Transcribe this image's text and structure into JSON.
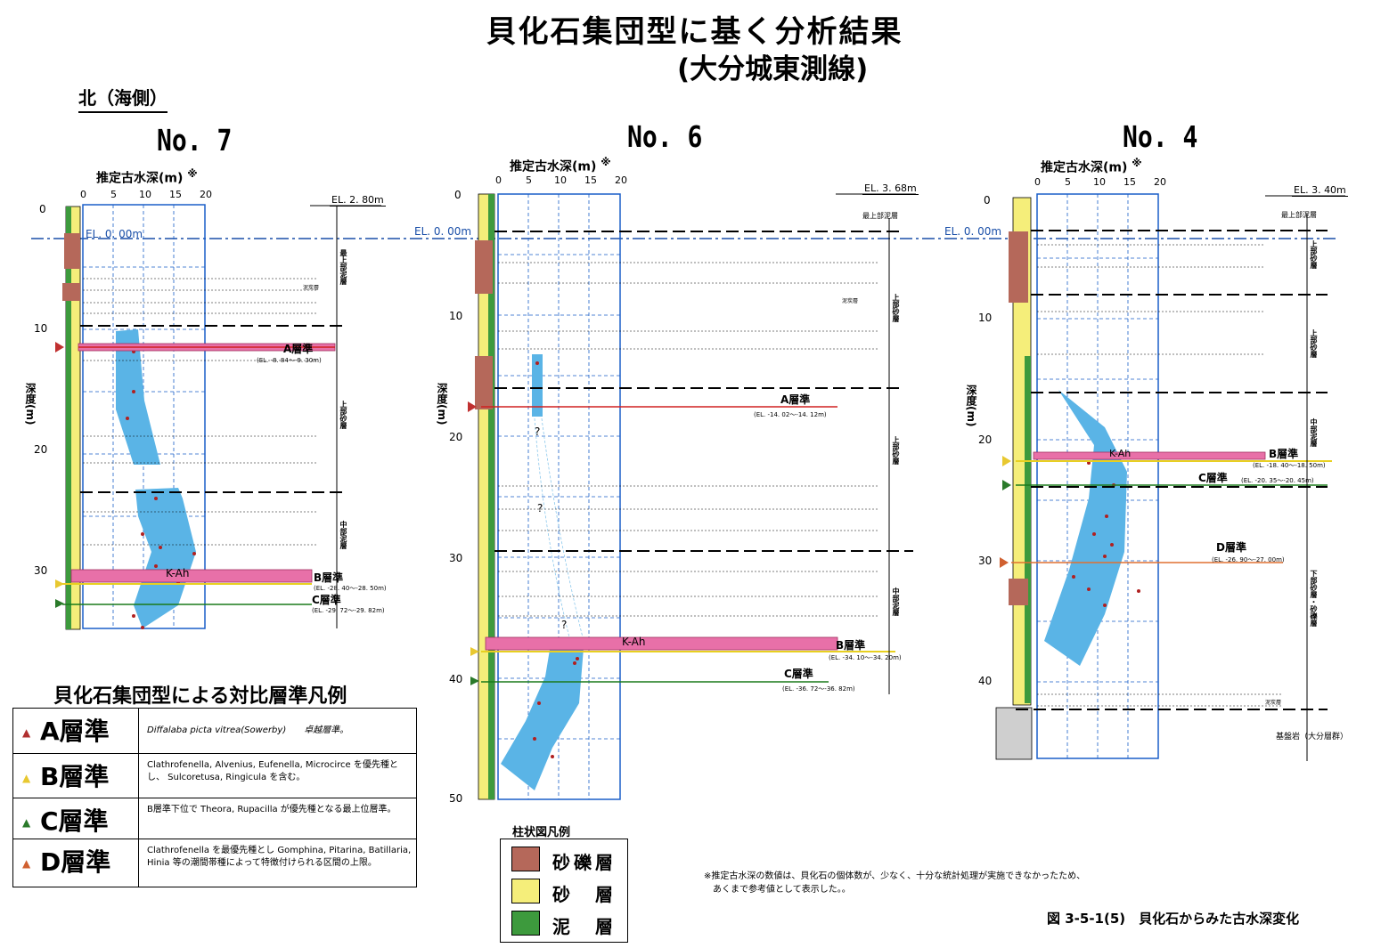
{
  "title": "貝化石集団型に基く分析結果",
  "subtitle": "(大分城東測線)",
  "direction": "北（海側）",
  "axis_title": "推定古水深(m)",
  "axis_mark": "※",
  "depth_label": "深度(m)",
  "el_zero": "EL. 0. 00m",
  "columns": [
    {
      "name": "No. 7",
      "el": "EL. 2. 80m",
      "x_ticks": [
        "0",
        "5",
        "10",
        "15",
        "20"
      ],
      "depth_ticks": [
        "0",
        "10",
        "20",
        "30"
      ],
      "layers": [
        "最上部泥層",
        "上部砂層",
        "中部泥層"
      ],
      "horizons": [
        {
          "label": "A層準",
          "range": "(EL. -8. 84～-9. 30m)"
        },
        {
          "label": "B層準",
          "range": "(EL. -28. 40～-28. 50m)"
        },
        {
          "label": "C層準",
          "range": "(EL. -29. 72～-29. 82m)"
        }
      ],
      "k_ah": "K-Ah",
      "note": "泥炭層"
    },
    {
      "name": "No. 6",
      "el": "EL. 3. 68m",
      "x_ticks": [
        "0",
        "5",
        "10",
        "15",
        "20"
      ],
      "depth_ticks": [
        "0",
        "10",
        "20",
        "30",
        "40",
        "50"
      ],
      "layers": [
        "最上部泥層",
        "上部砂層",
        "上部砂層",
        "中部泥層"
      ],
      "horizons": [
        {
          "label": "A層準",
          "range": "(EL. -14. 02～-14. 12m)"
        },
        {
          "label": "B層準",
          "range": "(EL. -34. 10～-34. 20m)"
        },
        {
          "label": "C層準",
          "range": "(EL. -36. 72～-36. 82m)"
        }
      ],
      "k_ah": "K-Ah",
      "q": "?",
      "note": "泥炭層"
    },
    {
      "name": "No. 4",
      "el": "EL. 3. 40m",
      "x_ticks": [
        "0",
        "5",
        "10",
        "15",
        "20"
      ],
      "depth_ticks": [
        "0",
        "10",
        "20",
        "30",
        "40"
      ],
      "layers": [
        "最上部泥層",
        "上部砂層",
        "上部砂層",
        "中部泥層",
        "下部砂層・砂礫層"
      ],
      "horizons": [
        {
          "label": "B層準",
          "range": "(EL. -18. 40～-18. 50m)"
        },
        {
          "label": "C層準",
          "range": "(EL. -20. 35～-20. 45m)"
        },
        {
          "label": "D層準",
          "range": "(EL. -26. 90～-27. 00m)"
        }
      ],
      "k_ah": "K-Ah",
      "basement": "基盤岩（大分層群）",
      "note": "泥炭層"
    }
  ],
  "legend": {
    "title": "貝化石集団型による対比層準凡例",
    "rows": [
      {
        "label": "A層準",
        "color": "#b03030",
        "text": "Diffalaba picta vitrea(Sowerby)　　卓越層準。"
      },
      {
        "label": "B層準",
        "color": "#e8c830",
        "text": "Clathrofenella, Alvenius, Eufenella, Microcirce を優先種とし、 Sulcoretusa, Ringicula を含む。"
      },
      {
        "label": "C層準",
        "color": "#2a7a2a",
        "text": "B層準下位で Theora, Rupacilla が優先種となる最上位層準。"
      },
      {
        "label": "D層準",
        "color": "#d06030",
        "text": "Clathrofenella を最優先種とし Gomphina, Pitarina, Batillaria, Hinia 等の潮間帯種によって特徴付けられる区間の上限。"
      }
    ]
  },
  "column_legend": {
    "title": "柱状図凡例",
    "items": [
      {
        "label": "砂礫層",
        "color": "#b5685a"
      },
      {
        "label": "砂　層",
        "color": "#f5ee7a"
      },
      {
        "label": "泥　層",
        "color": "#3d9a3d"
      }
    ]
  },
  "note": [
    "※推定古水深の数値は、貝化石の個体数が、少なく、十分な統計処理が実施できなかったため、",
    "あくまで参考値として表示した。。"
  ],
  "caption": "図 3-5-1(5)　貝化石からみた古水深変化",
  "colors": {
    "grid": "#1a5fc8",
    "blob": "#5ab4e6",
    "band": "#e870a8",
    "a_line": "#d02020",
    "c_line": "#1a7a1a",
    "d_line": "#e07030",
    "b_line": "#e8d020",
    "el0": "#1a4fa8"
  }
}
